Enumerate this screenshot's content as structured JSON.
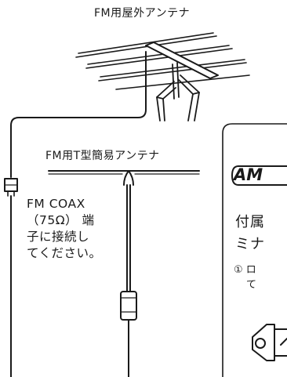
{
  "outdoor_antenna": {
    "title": "FM用屋外アンテナ"
  },
  "t_antenna": {
    "title": "FM用T型簡易アンテナ"
  },
  "coax_note": {
    "lines": [
      "FM COAX",
      "（75Ω） 端",
      "子に接続し",
      "てください。"
    ]
  },
  "am_section": {
    "badge": "AM",
    "line1": "付属",
    "line2": "ミナ",
    "step_marker": "①",
    "step_text": "ロ",
    "step_text2": "て"
  }
}
